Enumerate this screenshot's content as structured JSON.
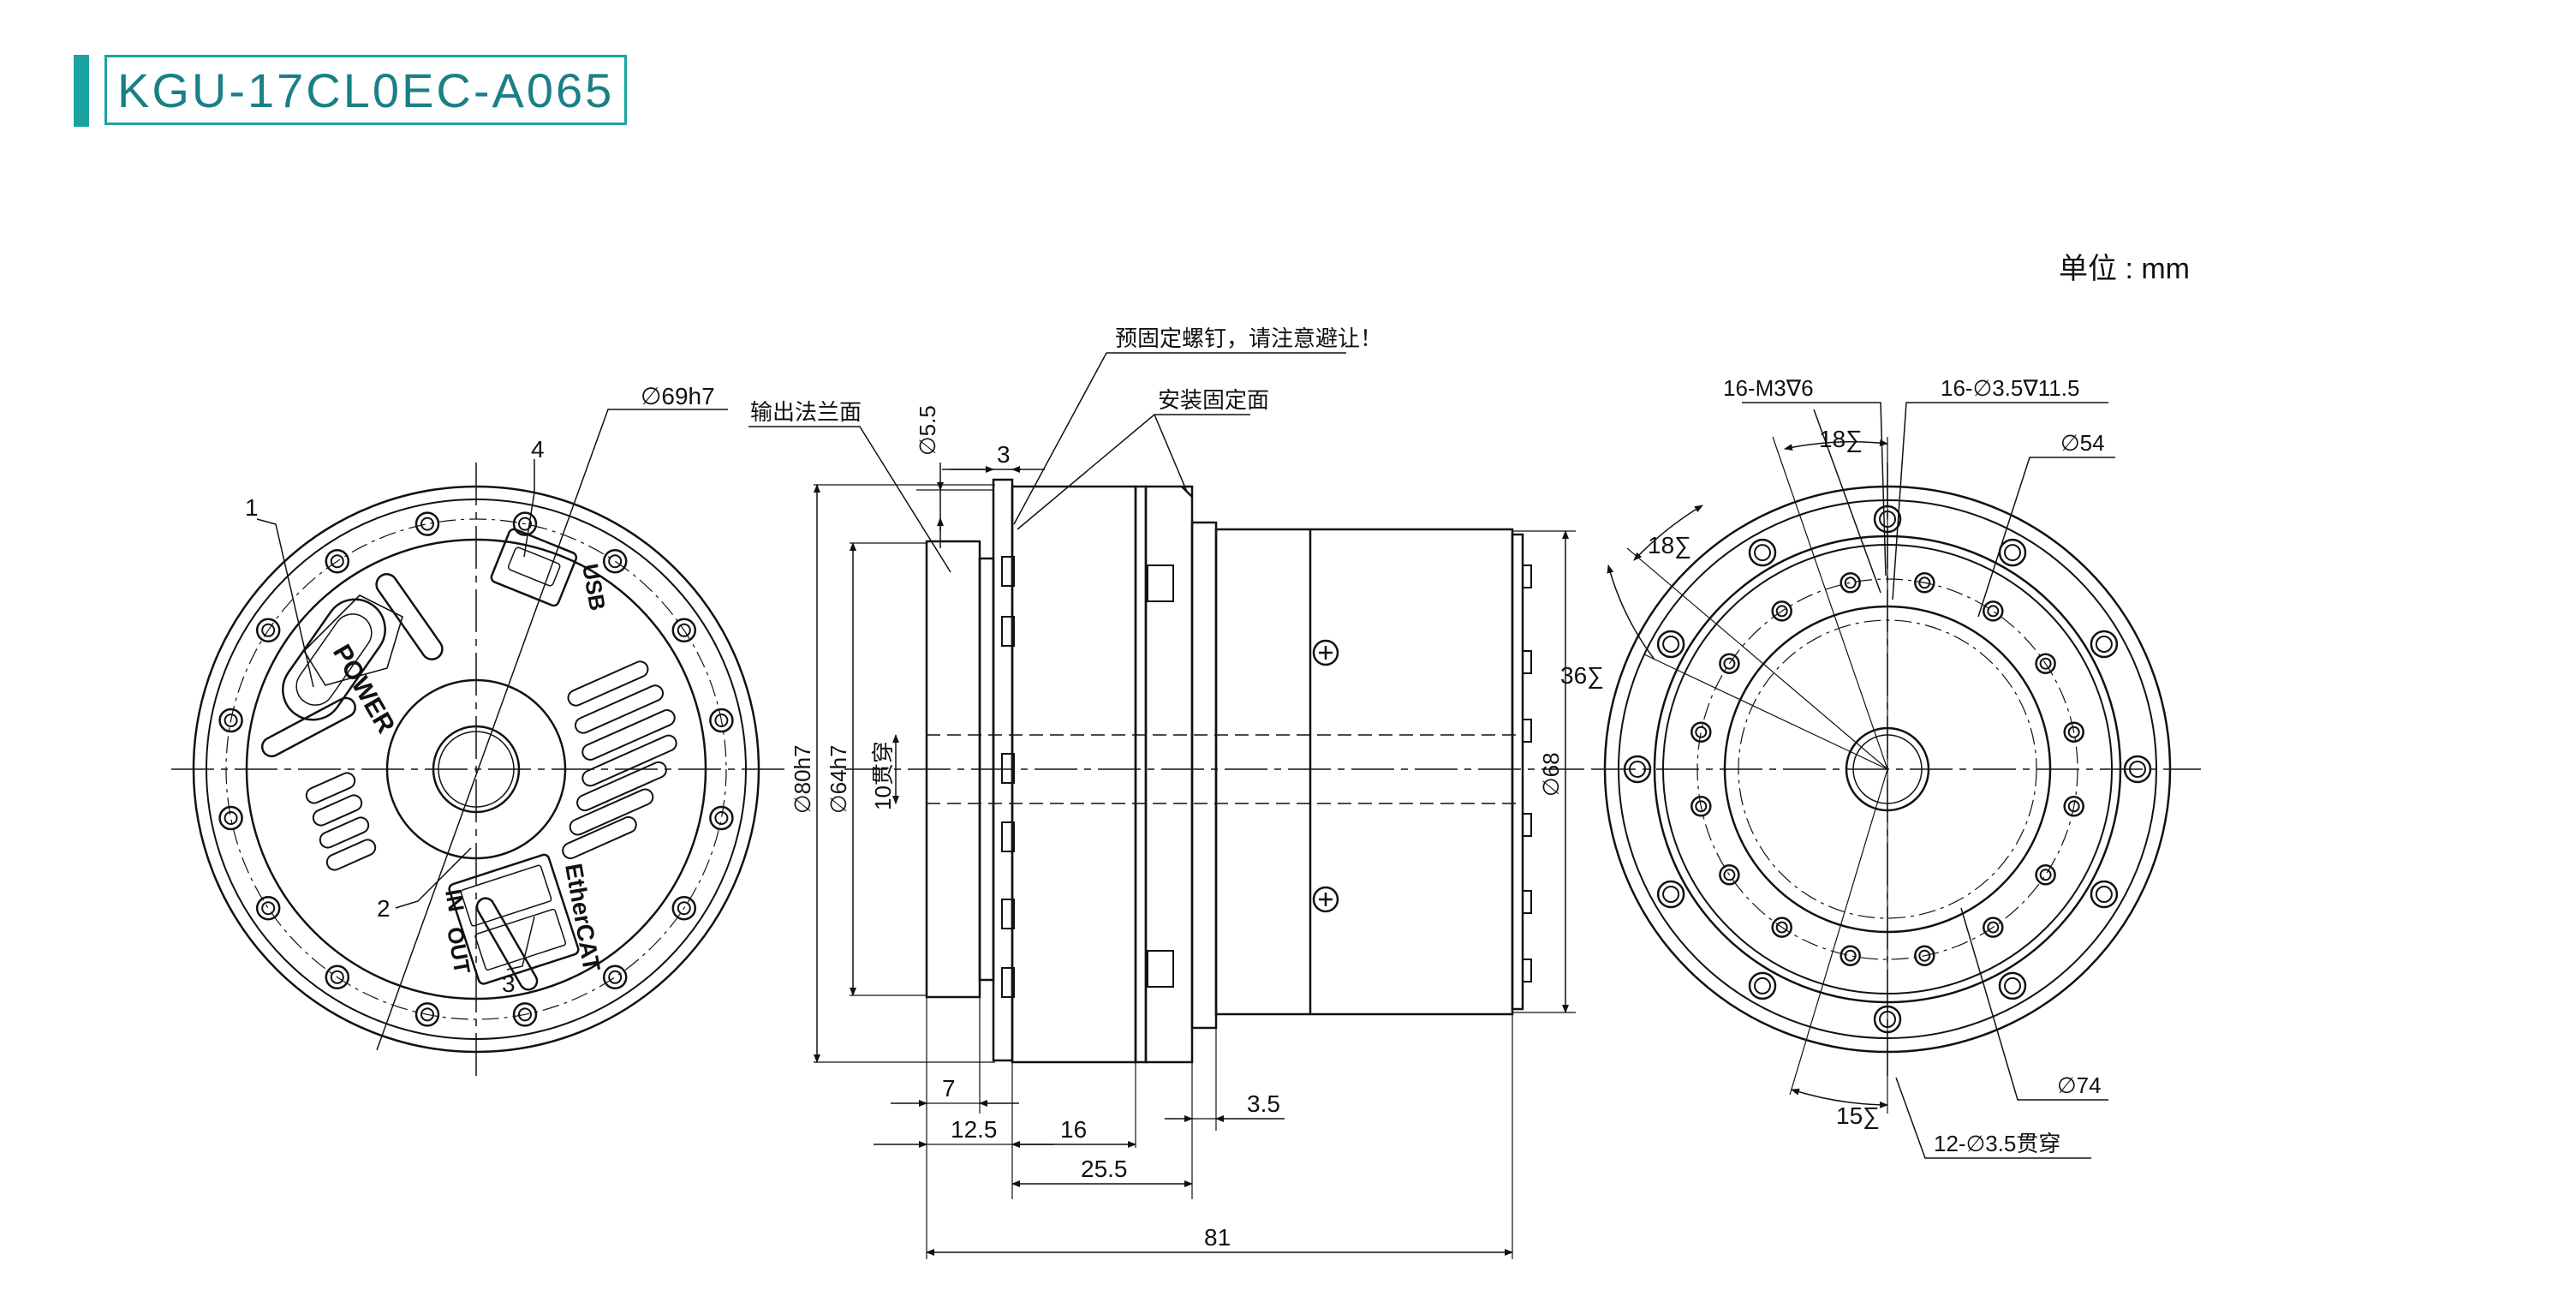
{
  "title": "KGU-17CL0EC-A065",
  "unit_label": "单位 : mm",
  "colors": {
    "accent": "#1aa3a3",
    "title_text": "#1a7f86",
    "line": "#111111"
  },
  "callouts": {
    "c1": "1",
    "c2": "2",
    "c3": "3",
    "c4": "4",
    "phi69": "∅69h7",
    "power": "POWER",
    "usb": "USB",
    "ethercat": "EtherCAT",
    "in": "IN",
    "out": "OUT"
  },
  "side": {
    "pre_fix_note": "预固定螺钉，请注意避让！",
    "install_face": "安装固定面",
    "output_flange": "输出法兰面",
    "d5_5": "∅5.5",
    "d3": "3",
    "phi80": "∅80h7",
    "phi64": "∅64h7",
    "through10": "10贯穿",
    "phi68": "∅68",
    "d7": "7",
    "d12_5": "12.5",
    "d16": "16",
    "d25_5": "25.5",
    "d3_5": "3.5",
    "d81": "81"
  },
  "rear": {
    "m3": "16-M3∇6",
    "holes16": "16-∅3.5∇11.5",
    "phi54": "∅54",
    "ang18a": "18∑",
    "ang18b": "18∑",
    "ang36": "36∑",
    "ang15": "15∑",
    "phi74": "∅74",
    "holes12": "12-∅3.5贯穿"
  }
}
